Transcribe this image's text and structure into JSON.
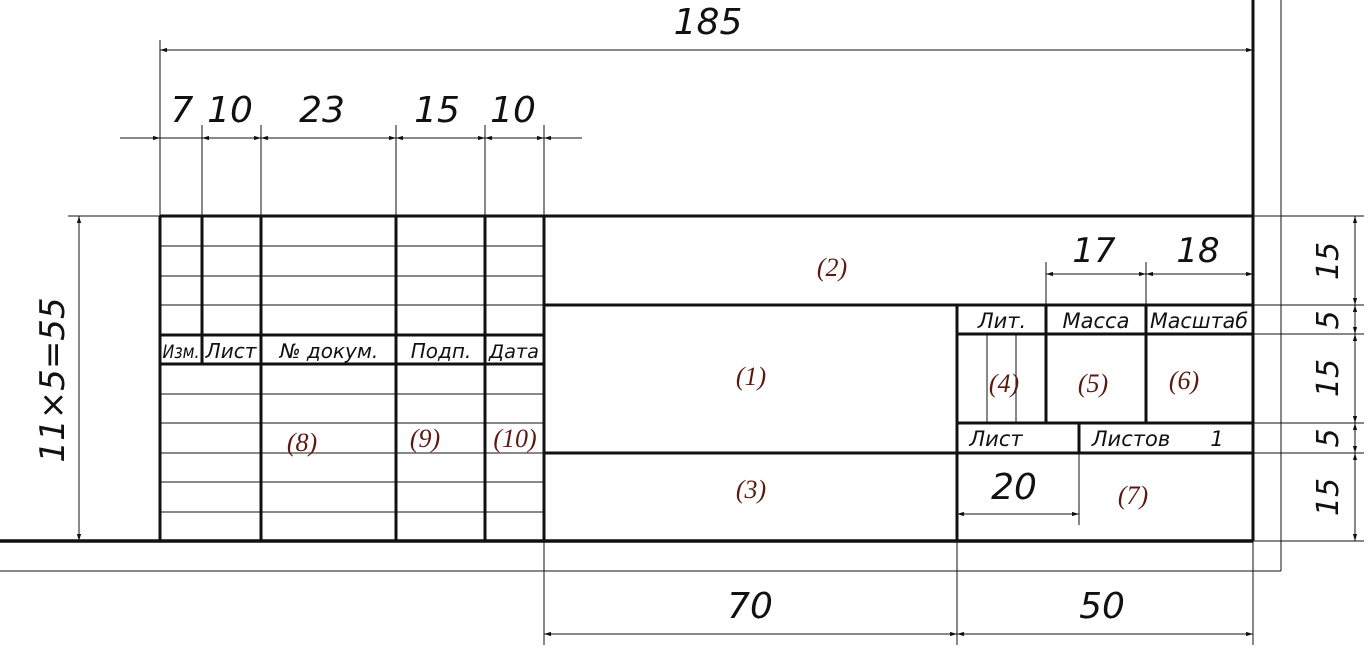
{
  "dimensions": {
    "total_width": "185",
    "left_columns": [
      "7",
      "10",
      "23",
      "15",
      "10"
    ],
    "left_height": "11×5=55",
    "mass_width": "17",
    "scale_width": "18",
    "sheet_label_width": "20",
    "bottom_middle": "70",
    "bottom_right": "50",
    "row_heights": [
      "15",
      "5",
      "15",
      "5",
      "15"
    ]
  },
  "headers": {
    "izm": "Изм.",
    "list": "Лист",
    "doc_no": "№ докум.",
    "signature": "Подп.",
    "date": "Дата"
  },
  "right_block": {
    "lit": "Лит.",
    "mass": "Масса",
    "scale": "Масштаб",
    "sheet": "Лист",
    "sheets": "Листов",
    "sheets_count": "1"
  },
  "field_numbers": {
    "f1": "(1)",
    "f2": "(2)",
    "f3": "(3)",
    "f4": "(4)",
    "f5": "(5)",
    "f6": "(6)",
    "f7": "(7)",
    "f8": "(8)",
    "f9": "(9)",
    "f10": "(10)"
  }
}
